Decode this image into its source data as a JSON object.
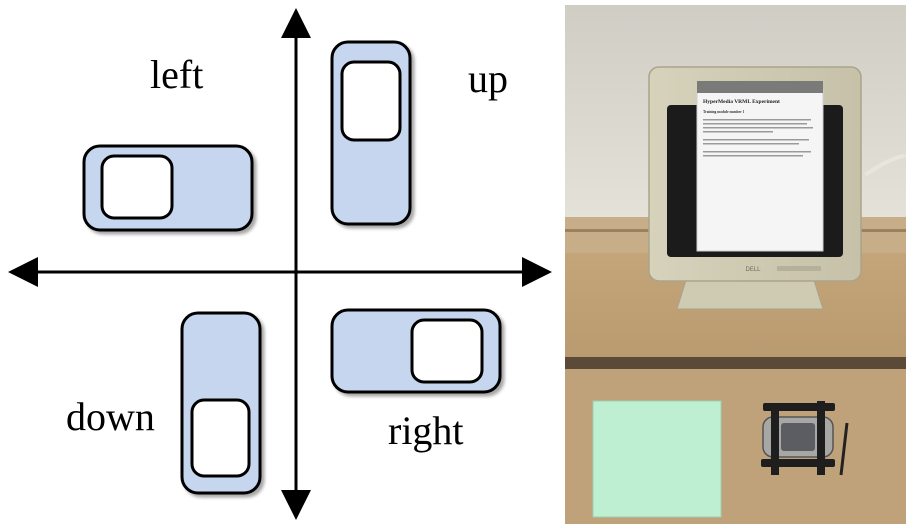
{
  "diagram": {
    "labels": {
      "left": "left",
      "up": "up",
      "down": "down",
      "right": "right"
    },
    "colors": {
      "device_fill": "#c5d6ee",
      "device_stroke": "#000000",
      "screen_fill": "#ffffff",
      "axis": "#000000"
    }
  },
  "photo": {
    "monitor_brand": "DELL",
    "screen_heading": "HyperMedia VRML Experiment",
    "screen_subheading": "Training module number 1",
    "colors": {
      "wall": "#dedcd3",
      "desk": "#b89a70",
      "monitor": "#d8d4bd",
      "paper": "#f4f4f4",
      "pad": "#bfefd3"
    }
  }
}
